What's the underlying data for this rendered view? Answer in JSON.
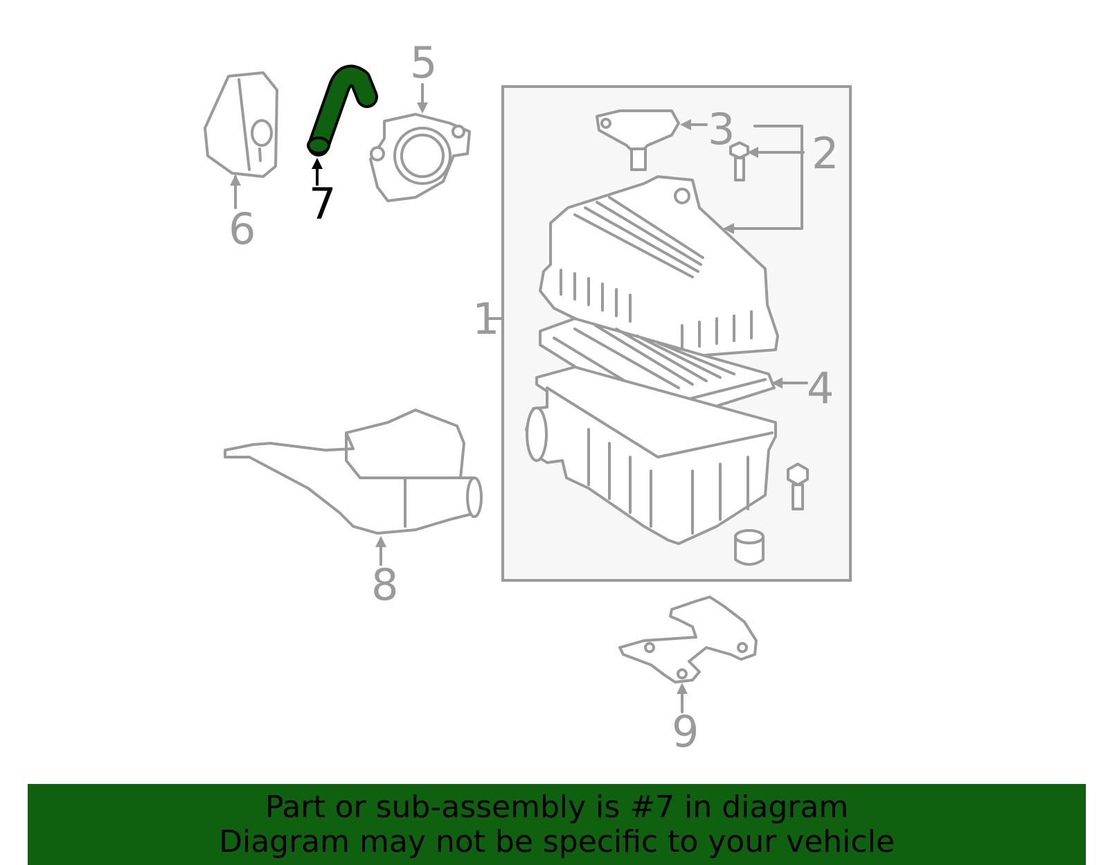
{
  "diagram": {
    "callouts": [
      "1",
      "2",
      "3",
      "4",
      "5",
      "6",
      "7",
      "8",
      "9"
    ],
    "highlighted_callout": "7",
    "highlight_color": "#0f610f",
    "line_color": "#9a9a9a"
  },
  "banner": {
    "line1": "Part or sub-assembly is #7 in diagram",
    "line2": "Diagram may not be specific to your vehicle",
    "background": "#0f610f"
  }
}
